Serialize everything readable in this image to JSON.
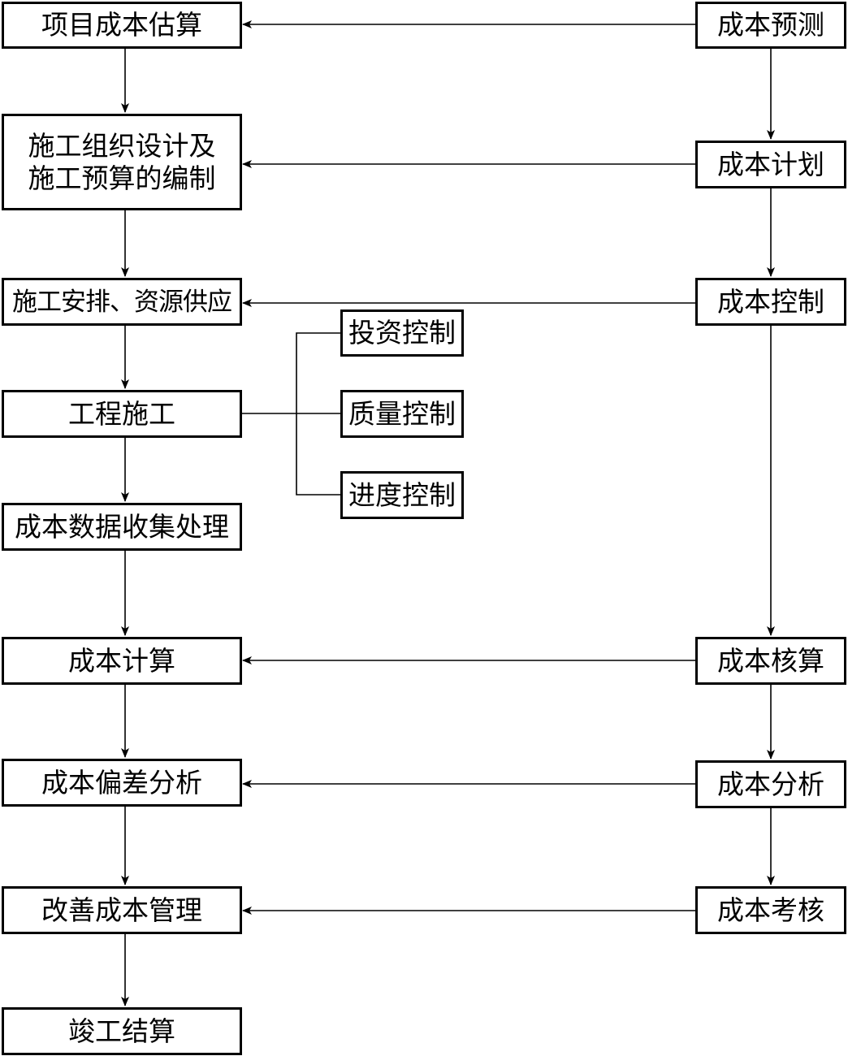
{
  "left_column": {
    "estimate": "项目成本估算",
    "design": "施工组织设计及\n施工预算的编制",
    "arrangement": "施工安排、资源供应",
    "construction": "工程施工",
    "data_collection": "成本数据收集处理",
    "calculation": "成本计算",
    "deviation": "成本偏差分析",
    "improve": "改善成本管理",
    "settlement": "竣工结算"
  },
  "right_column": {
    "forecast": "成本预测",
    "plan": "成本计划",
    "control": "成本控制",
    "accounting": "成本核算",
    "analysis": "成本分析",
    "assessment": "成本考核"
  },
  "middle_column": {
    "investment": "投资控制",
    "quality": "质量控制",
    "schedule": "进度控制"
  }
}
